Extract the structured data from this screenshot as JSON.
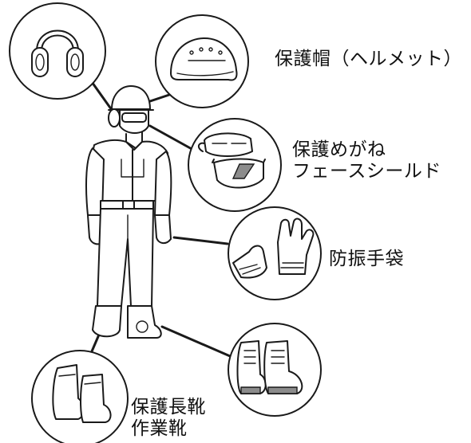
{
  "labels": {
    "helmet": "保護帽（ヘルメット）",
    "goggles_line1": "保護めがね",
    "goggles_line2": "フェースシールド",
    "gloves": "防振手袋",
    "boots_line1": "保護長靴",
    "boots_line2": "作業靴"
  },
  "icons": [
    "earmuffs-icon",
    "helmet-icon",
    "goggles-icon",
    "face-shield-icon",
    "gloves-icon",
    "safety-shoes-icon",
    "long-boots-icon"
  ]
}
